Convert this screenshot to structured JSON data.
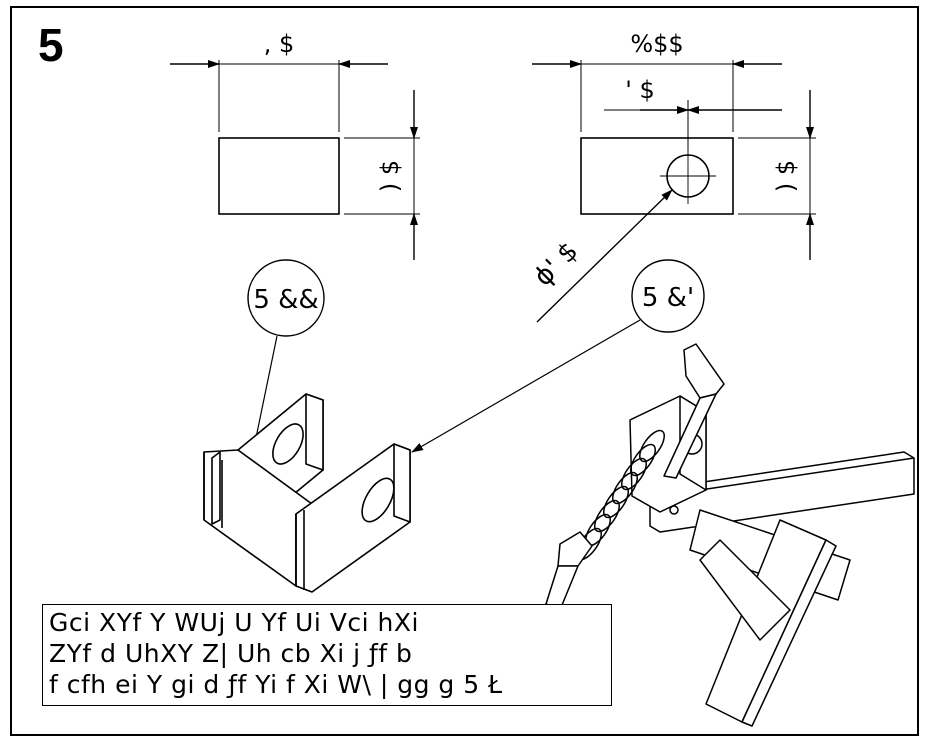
{
  "step_label": "5",
  "dimensions": {
    "left_width": ", $",
    "right_width": "%$$",
    "hole_offset": "' $",
    "left_height": ") $",
    "right_height": ") $",
    "hole_diameter": "ɸ' $"
  },
  "callouts": {
    "part_a": "5 &&",
    "part_b": "5 &'"
  },
  "note_lines": [
    "Gci XYf Y WUj U Yf Ui Vci hXi",
    "ZYf d UhXY Z| Uh cb Xi j ƒf b",
    "f cfh ei Y gi d ƒf Yi f Xi W\\ | gg g 5 Ł"
  ]
}
